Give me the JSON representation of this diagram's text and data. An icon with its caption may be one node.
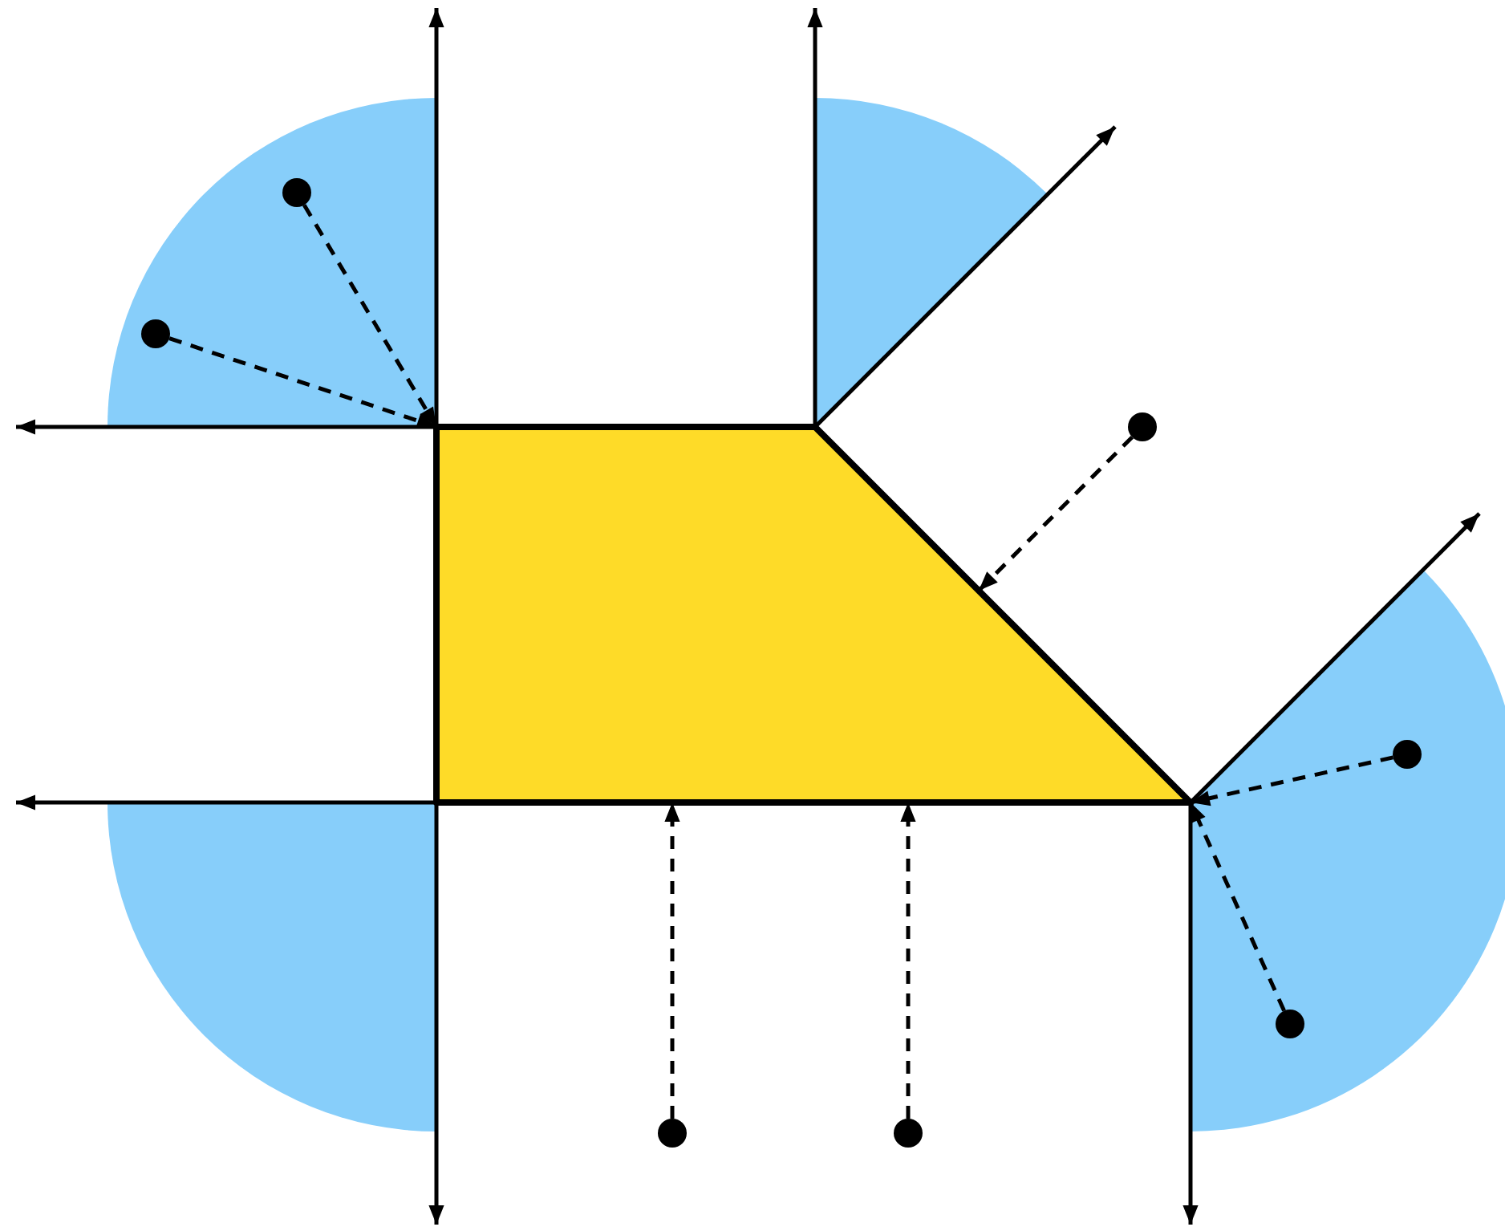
{
  "diagram": {
    "nodes": [
      {
        "text": [],
        "shape": "polygon"
      },
      {
        "text": [],
        "shape": "circle"
      },
      {
        "text": [],
        "shape": "circle"
      },
      {
        "text": [],
        "shape": "circle"
      },
      {
        "text": [],
        "shape": "circle"
      },
      {
        "text": [],
        "shape": "circle"
      },
      {
        "text": [],
        "shape": "circle"
      },
      {
        "text": [],
        "shape": "circle"
      }
    ],
    "edges": [
      {
        "from": 1,
        "to": 0,
        "arrow": "to",
        "style": "dashed"
      },
      {
        "from": 2,
        "to": 0,
        "arrow": "to",
        "style": "dashed"
      },
      {
        "from": 3,
        "to": 0,
        "arrow": "to",
        "style": "dashed"
      },
      {
        "from": 4,
        "to": 0,
        "arrow": "to",
        "style": "dashed"
      },
      {
        "from": 5,
        "to": 0,
        "arrow": "to",
        "style": "dashed"
      },
      {
        "from": 6,
        "to": 0,
        "arrow": "to",
        "style": "dashed"
      },
      {
        "from": 7,
        "to": 0,
        "arrow": "to",
        "style": "dashed"
      }
    ]
  }
}
